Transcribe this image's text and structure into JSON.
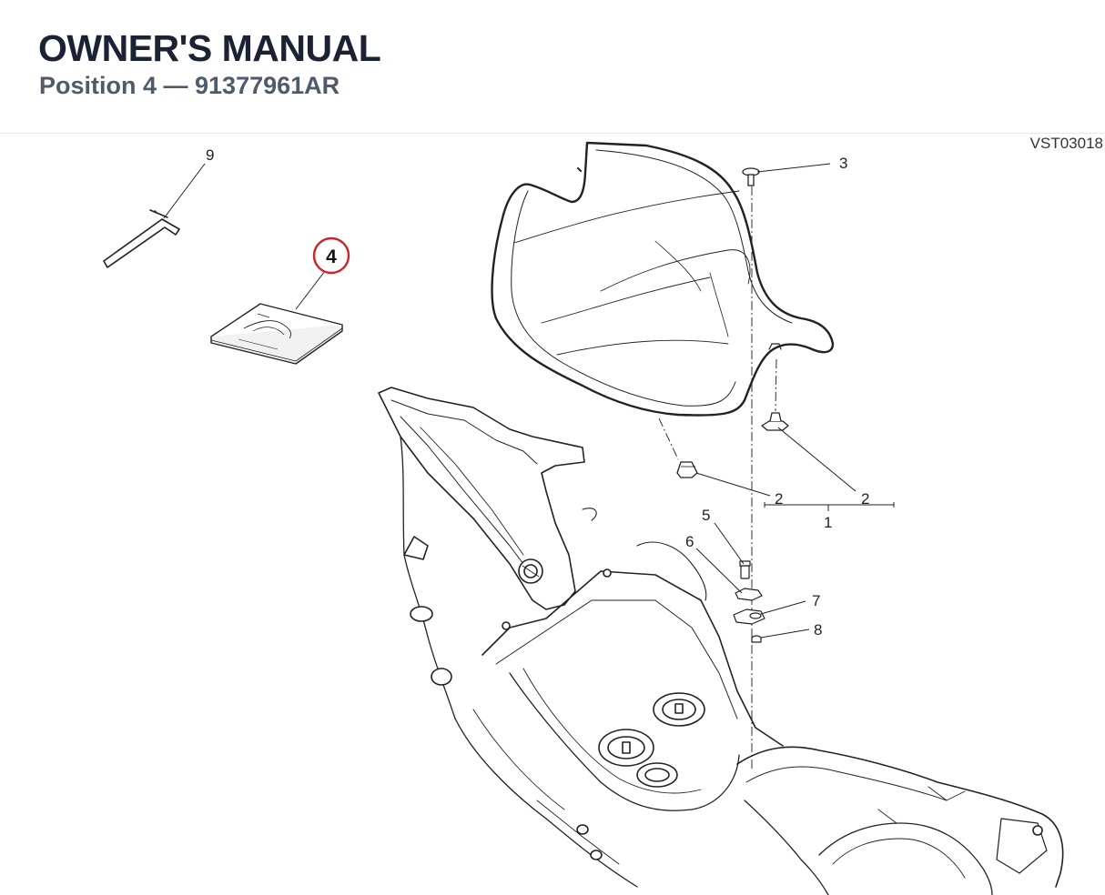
{
  "header": {
    "title": "OWNER'S MANUAL",
    "subtitle": "Position 4 — 91377961AR"
  },
  "drawing": {
    "code": "VST03018",
    "highlight_color": "#d0202a",
    "callouts": [
      {
        "id": "9",
        "text": "9"
      },
      {
        "id": "4",
        "text": "4",
        "highlighted": true
      },
      {
        "id": "3",
        "text": "3"
      },
      {
        "id": "2a",
        "text": "2"
      },
      {
        "id": "2b",
        "text": "2"
      },
      {
        "id": "1",
        "text": "1"
      },
      {
        "id": "5",
        "text": "5"
      },
      {
        "id": "6",
        "text": "6"
      },
      {
        "id": "7",
        "text": "7"
      },
      {
        "id": "8",
        "text": "8"
      }
    ],
    "parts": [
      "hex-key",
      "owners-manual",
      "seat",
      "seat-bracket",
      "screw",
      "clip",
      "washer",
      "nut",
      "frame"
    ]
  }
}
